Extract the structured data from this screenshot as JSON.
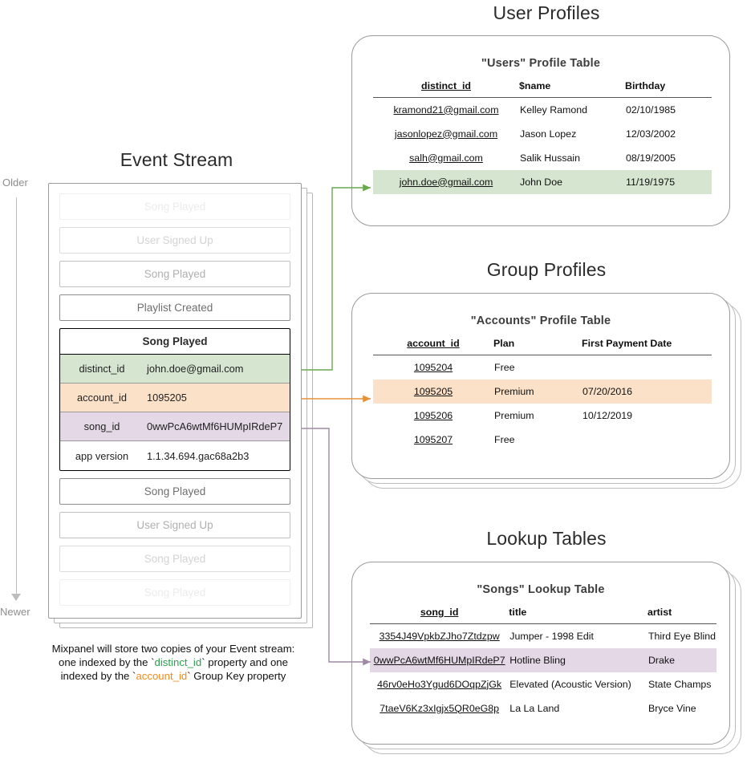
{
  "sections": {
    "user_profiles_heading": "User Profiles",
    "group_profiles_heading": "Group Profiles",
    "lookup_tables_heading": "Lookup Tables",
    "event_stream_heading": "Event Stream"
  },
  "event_stream": {
    "axis": {
      "older_label": "Older",
      "newer_label": "Newer"
    },
    "events_before": [
      {
        "name": "Song Played",
        "fade": "fade-3"
      },
      {
        "name": "User Signed Up",
        "fade": "fade-2"
      },
      {
        "name": "Song Played",
        "fade": "fade-1"
      },
      {
        "name": "Playlist Created",
        "fade": ""
      }
    ],
    "expanded_event": {
      "name": "Song Played",
      "properties": [
        {
          "key": "distinct_id",
          "value": "john.doe@gmail.com",
          "highlight": "row-green"
        },
        {
          "key": "account_id",
          "value": "1095205",
          "highlight": "row-orange"
        },
        {
          "key": "song_id",
          "value": "0wwPcA6wtMf6HUMpIRdeP7",
          "highlight": "row-purple"
        },
        {
          "key": "app version",
          "value": "1.1.34.694.gac68a2b3",
          "highlight": ""
        }
      ]
    },
    "events_after": [
      {
        "name": "Song Played",
        "fade": ""
      },
      {
        "name": "User Signed Up",
        "fade": "fade-1"
      },
      {
        "name": "Song Played",
        "fade": "fade-2"
      },
      {
        "name": "Song Played",
        "fade": "fade-3"
      }
    ],
    "caption": {
      "line1": "Mixpanel will store two copies of your Event stream:",
      "line2_a": "one indexed by the `",
      "line2_token": "distinct_id",
      "line2_b": "` property and one",
      "line3_a": "indexed by the `",
      "line3_token": "account_id",
      "line3_b": "` Group Key property"
    }
  },
  "users_table": {
    "title": "\"Users\" Profile Table",
    "columns": [
      "distinct_id",
      "$name",
      "Birthday"
    ],
    "rows": [
      {
        "cells": [
          "kramond21@gmail.com",
          "Kelley Ramond",
          "02/10/1985"
        ],
        "highlight": ""
      },
      {
        "cells": [
          "jasonlopez@gmail.com",
          "Jason Lopez",
          "12/03/2002"
        ],
        "highlight": ""
      },
      {
        "cells": [
          "salh@gmail.com",
          "Salik Hussain",
          "08/19/2005"
        ],
        "highlight": ""
      },
      {
        "cells": [
          "john.doe@gmail.com",
          "John Doe",
          "11/19/1975"
        ],
        "highlight": "hl-green"
      }
    ]
  },
  "accounts_table": {
    "title": "\"Accounts\" Profile Table",
    "columns": [
      "account_id",
      "Plan",
      "First Payment Date"
    ],
    "rows": [
      {
        "cells": [
          "1095204",
          "Free",
          ""
        ],
        "highlight": ""
      },
      {
        "cells": [
          "1095205",
          "Premium",
          "07/20/2016"
        ],
        "highlight": "hl-orange"
      },
      {
        "cells": [
          "1095206",
          "Premium",
          "10/12/2019"
        ],
        "highlight": ""
      },
      {
        "cells": [
          "1095207",
          "Free",
          ""
        ],
        "highlight": ""
      }
    ]
  },
  "songs_table": {
    "title": "\"Songs\" Lookup Table",
    "columns": [
      "song_id",
      "title",
      "artist"
    ],
    "rows": [
      {
        "cells": [
          "3354J49VpkbZJho7Ztdzpw",
          "Jumper - 1998 Edit",
          "Third Eye Blind"
        ],
        "highlight": ""
      },
      {
        "cells": [
          "0wwPcA6wtMf6HUMpIRdeP7",
          "Hotline Bling",
          "Drake"
        ],
        "highlight": "hl-purple"
      },
      {
        "cells": [
          "46rv0eHo3Ygud6DOqpZjGk",
          "Elevated (Acoustic Version)",
          "State Champs"
        ],
        "highlight": ""
      },
      {
        "cells": [
          "7taeV6Kz3xIgjx5QR0eG8p",
          "La La Land",
          "Bryce Vine"
        ],
        "highlight": ""
      }
    ]
  },
  "colors": {
    "green": "#d5e5d0",
    "orange": "#fbe1c8",
    "purple": "#e4d8e7",
    "arrow_green": "#6aa84f",
    "arrow_orange": "#e69138",
    "arrow_purple": "#9e8aa3",
    "border": "#9a9a9a"
  }
}
